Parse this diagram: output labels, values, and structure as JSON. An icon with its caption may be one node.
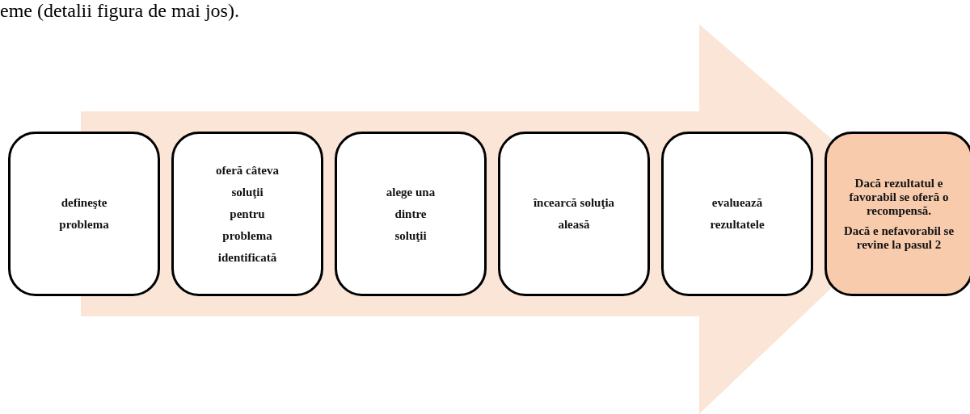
{
  "diagram": {
    "nodes": [
      {
        "text": [
          "defineşte problema"
        ]
      },
      {
        "text": [
          "oferă câteva soluţii pentru problema identificată"
        ]
      },
      {
        "text": [
          "alege una dintre soluţii"
        ]
      },
      {
        "text": [
          "încearcă soluţia aleasă"
        ]
      },
      {
        "text": [
          "evaluează rezultatele"
        ]
      },
      {
        "text": [
          "Dacă rezultatul e favorabil se oferă o recompensă.",
          "Dacă e nefavorabil se revine la pasul 2"
        ]
      }
    ],
    "edges": [
      {
        "from": 0,
        "to": 5,
        "arrow": "to"
      }
    ],
    "labels": [
      "eme (detalii figura de mai jos)."
    ]
  }
}
